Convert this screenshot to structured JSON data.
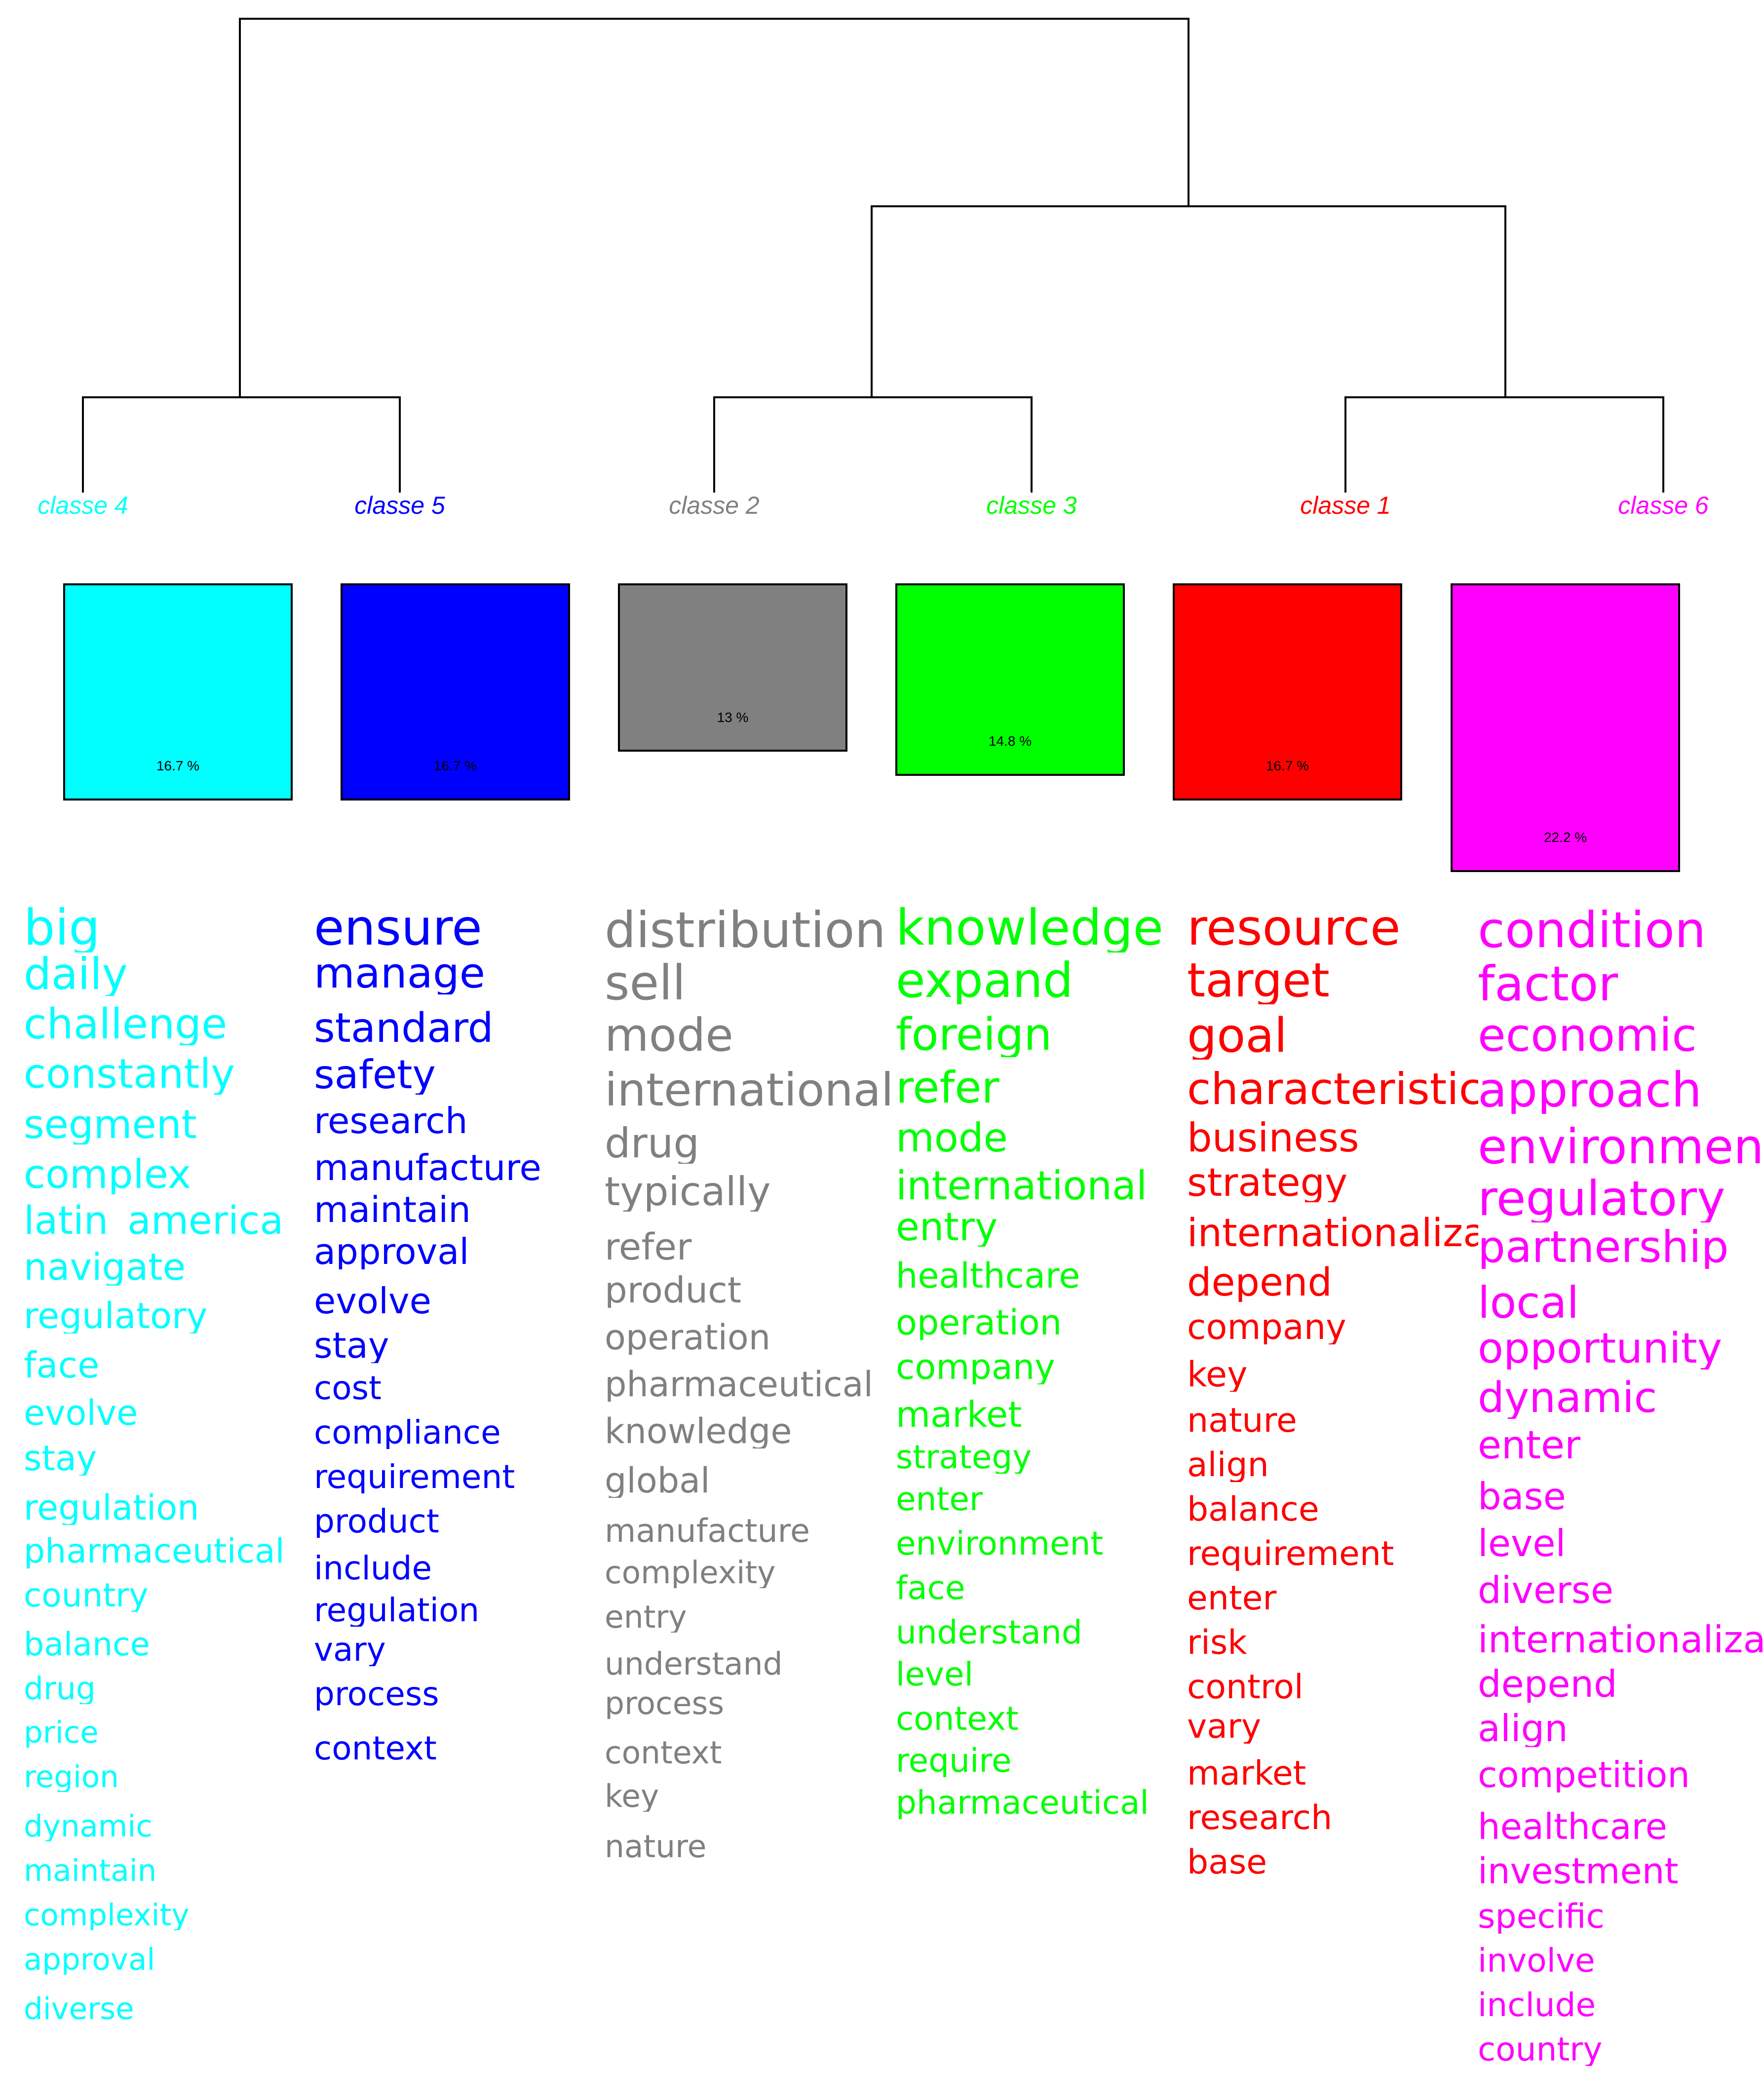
{
  "classes": [
    {
      "id": "classe_4",
      "label": "classe  4",
      "color": "#00FFFF",
      "percent": "16.7 %",
      "words": [
        "big",
        "daily",
        "challenge",
        "constantly",
        "segment",
        "complex",
        "latin_america",
        "navigate",
        "regulatory",
        "face",
        "evolve",
        "stay",
        "regulation",
        "pharmaceutical",
        "country",
        "balance",
        "drug",
        "price",
        "region",
        "dynamic",
        "maintain",
        "complexity",
        "approval",
        "diverse"
      ]
    },
    {
      "id": "classe_5",
      "label": "classe  5",
      "color": "#0000FF",
      "percent": "16.7 %",
      "words": [
        "ensure",
        "manage",
        "standard",
        "safety",
        "research",
        "manufacture",
        "maintain",
        "approval",
        "evolve",
        "stay",
        "cost",
        "compliance",
        "requirement",
        "product",
        "include",
        "regulation",
        "vary",
        "process",
        "context"
      ]
    },
    {
      "id": "classe_2",
      "label": "classe  2",
      "color": "#808080",
      "percent": "13 %",
      "words": [
        "distribution",
        "sell",
        "mode",
        "international",
        "drug",
        "typically",
        "refer",
        "product",
        "operation",
        "pharmaceutical",
        "knowledge",
        "global",
        "manufacture",
        "complexity",
        "entry",
        "understand",
        "process",
        "context",
        "key",
        "nature"
      ]
    },
    {
      "id": "classe_3",
      "label": "classe  3",
      "color": "#00FF00",
      "percent": "14.8 %",
      "words": [
        "knowledge",
        "expand",
        "foreign",
        "refer",
        "mode",
        "international",
        "entry",
        "healthcare",
        "operation",
        "company",
        "market",
        "strategy",
        "enter",
        "environment",
        "face",
        "understand",
        "level",
        "context",
        "require",
        "pharmaceutical"
      ]
    },
    {
      "id": "classe_1",
      "label": "classe  1",
      "color": "#FF0000",
      "percent": "16.7 %",
      "words": [
        "resource",
        "target",
        "goal",
        "characteristic",
        "business",
        "strategy",
        "internationalization",
        "depend",
        "company",
        "key",
        "nature",
        "align",
        "balance",
        "requirement",
        "enter",
        "risk",
        "control",
        "vary",
        "market",
        "research",
        "base"
      ]
    },
    {
      "id": "classe_6",
      "label": "classe  6",
      "color": "#FF00FF",
      "percent": "22.2 %",
      "words": [
        "condition",
        "factor",
        "economic",
        "approach",
        "environment",
        "regulatory",
        "partnership",
        "local",
        "opportunity",
        "dynamic",
        "enter",
        "base",
        "level",
        "diverse",
        "internationalization",
        "depend",
        "align",
        "competition",
        "healthcare",
        "investment",
        "specific",
        "involve",
        "include",
        "country"
      ]
    }
  ]
}
